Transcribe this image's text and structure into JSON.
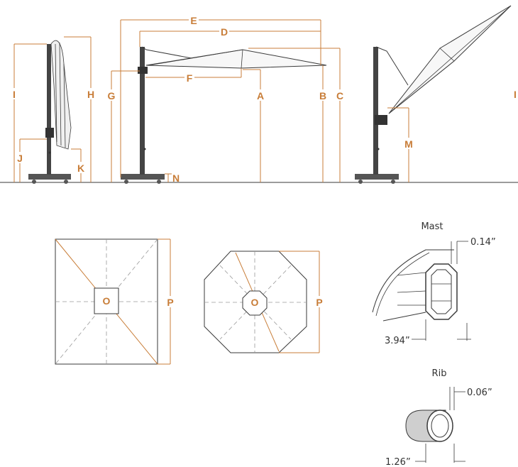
{
  "labels": {
    "A": "A",
    "B": "B",
    "C": "C",
    "D": "D",
    "E": "E",
    "F": "F",
    "G": "G",
    "H": "H",
    "I": "I",
    "J": "J",
    "K": "K",
    "M": "M",
    "N": "N",
    "O": "O",
    "P": "P"
  },
  "mast": {
    "title": "Mast",
    "wall": "0.14”",
    "width": "3.94”"
  },
  "rib": {
    "title": "Rib",
    "wall": "0.06”",
    "width": "1.26”"
  },
  "colors": {
    "dimension": "#c87d38",
    "outline": "#3a3a3a",
    "guide": "#9a9a9a",
    "rib_fill": "#cfcfcf"
  }
}
